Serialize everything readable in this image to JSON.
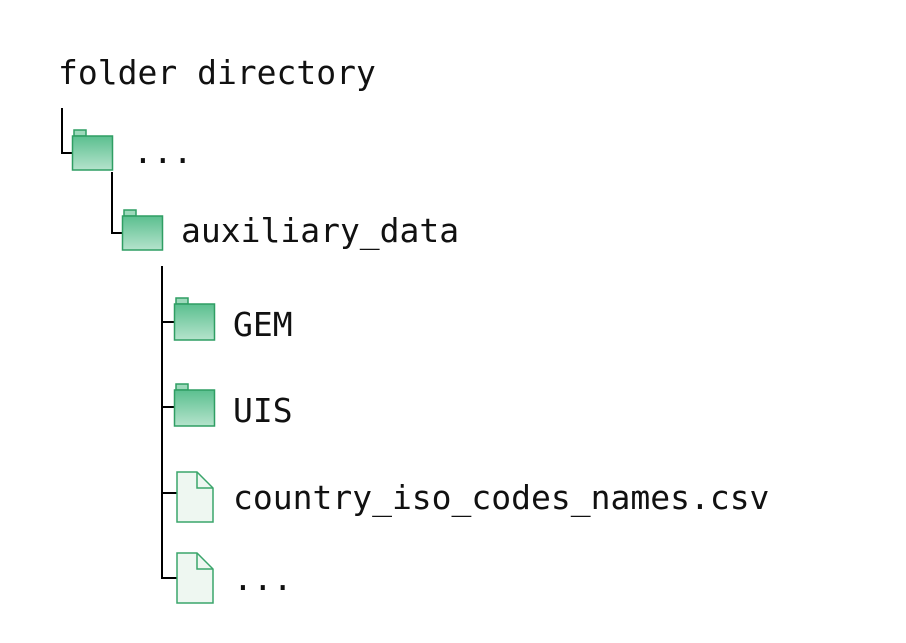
{
  "tree": {
    "root_label": "folder directory",
    "level1_label": "...",
    "level2_label": "auxiliary_data",
    "children": [
      {
        "label": "GEM",
        "icon": "folder-icon"
      },
      {
        "label": "UIS",
        "icon": "folder-icon"
      },
      {
        "label": "country_iso_codes_names.csv",
        "icon": "file-icon"
      },
      {
        "label": "...",
        "icon": "file-icon"
      }
    ]
  },
  "colors": {
    "folder_fill": "#7fcfa8",
    "folder_stroke": "#2f9e63",
    "file_fill": "#eef7f1",
    "file_stroke": "#3aa56b",
    "line": "#000000"
  }
}
